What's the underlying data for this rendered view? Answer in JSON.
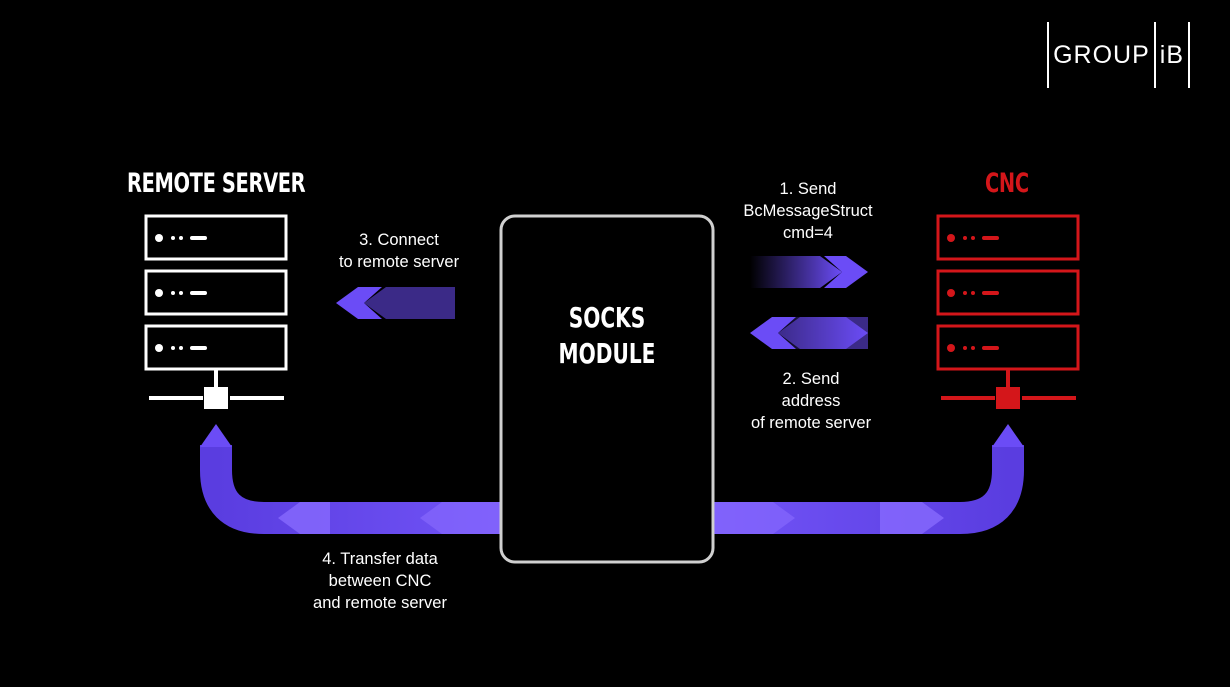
{
  "logo": {
    "text_left": "GROUP",
    "text_right": "iB"
  },
  "remote_server": {
    "title": "REMOTE SERVER",
    "color": "#ffffff"
  },
  "cnc": {
    "title": "CNC",
    "color": "#d4161a"
  },
  "module": {
    "line1": "SOCKS",
    "line2": "MODULE"
  },
  "steps": {
    "step1": [
      "1. Send",
      "BcMessageStruct",
      "cmd=4"
    ],
    "step2": [
      "2. Send",
      "address",
      "of remote server"
    ],
    "step3": [
      "3. Connect",
      "to remote server"
    ],
    "step4": [
      "4. Transfer data",
      "between CNC",
      "and remote server"
    ]
  },
  "colors": {
    "accent": "#6b4cf6",
    "accent_light": "#8a6cff",
    "module_border": "#d0d0d0",
    "background": "#000000"
  }
}
